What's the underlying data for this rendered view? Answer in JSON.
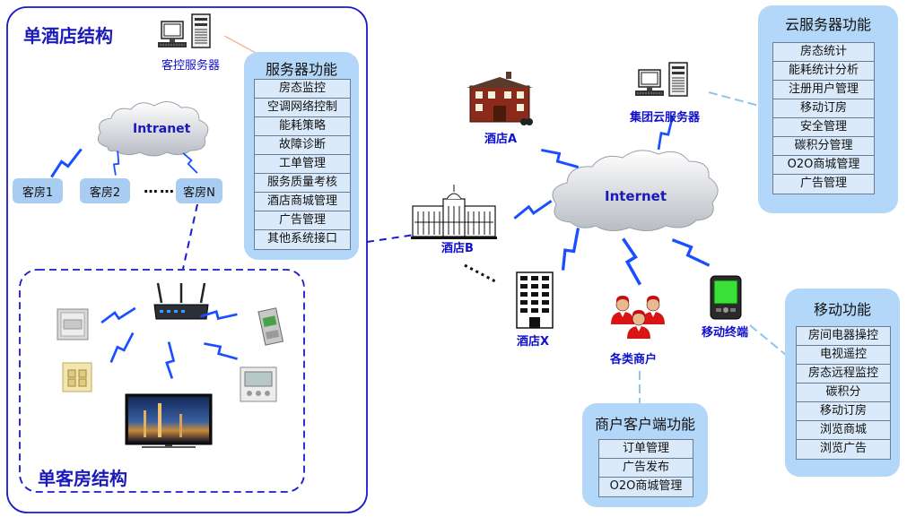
{
  "single_hotel": {
    "title": "单酒店结构",
    "server_label": "客控服务器",
    "intranet_label": "Intranet",
    "rooms": [
      "客房1",
      "客房2",
      "客房N"
    ],
    "rooms_ellipsis": "……",
    "single_room_title": "单客房结构"
  },
  "server_functions": {
    "title": "服务器功能",
    "items": [
      "房态监控",
      "空调网络控制",
      "能耗策略",
      "故障诊断",
      "工单管理",
      "服务质量考核",
      "酒店商城管理",
      "广告管理",
      "其他系统接口"
    ]
  },
  "internet": {
    "label": "Internet",
    "hotels": [
      "酒店A",
      "酒店B",
      "酒店X"
    ],
    "cloud_server_label": "集团云服务器",
    "merchants_label": "各类商户",
    "mobile_label": "移动终端"
  },
  "cloud_functions": {
    "title": "云服务器功能",
    "items": [
      "房态统计",
      "能耗统计分析",
      "注册用户管理",
      "移动订房",
      "安全管理",
      "碳积分管理",
      "O2O商城管理",
      "广告管理"
    ]
  },
  "mobile_functions": {
    "title": "移动功能",
    "items": [
      "房间电器操控",
      "电视遥控",
      "房态远程监控",
      "碳积分",
      "移动订房",
      "浏览商城",
      "浏览广告"
    ]
  },
  "merchant_functions": {
    "title": "商户客户端功能",
    "items": [
      "订单管理",
      "广告发布",
      "O2O商城管理"
    ]
  },
  "colors": {
    "title_blue": "#1a1ab8",
    "panel_blue": "#b3d7f8",
    "signal_blue": "#1a4fff",
    "link_light_blue": "#8ec5ea"
  }
}
